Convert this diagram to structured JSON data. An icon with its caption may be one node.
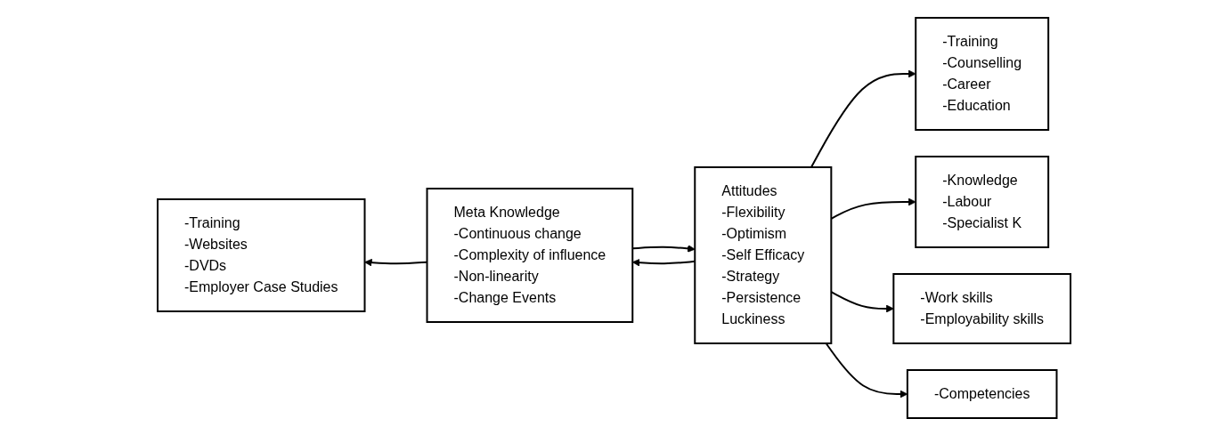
{
  "diagram": {
    "nodes": [
      {
        "text": [
          "-Training",
          "-Websites",
          "-DVDs",
          "-Employer Case Studies"
        ]
      },
      {
        "text": [
          "Meta Knowledge",
          "-Continuous change",
          "-Complexity of influence",
          "-Non-linearity",
          "-Change Events"
        ]
      },
      {
        "text": [
          "Attitudes",
          "-Flexibility",
          "-Optimism",
          "-Self Efficacy",
          "-Strategy",
          "-Persistence",
          "Luckiness"
        ]
      },
      {
        "text": [
          "-Training",
          "-Counselling",
          "-Career",
          "-Education"
        ]
      },
      {
        "text": [
          "-Knowledge",
          "-Labour",
          "-Specialist K"
        ]
      },
      {
        "text": [
          "-Work skills",
          "-Employability skills"
        ]
      },
      {
        "text": [
          "-Competencies"
        ]
      }
    ],
    "edges": [
      {
        "from": 1,
        "to": 0,
        "arrow": "to"
      },
      {
        "from": 1,
        "to": 2,
        "arrow": "to"
      },
      {
        "from": 2,
        "to": 1,
        "arrow": "to"
      },
      {
        "from": 2,
        "to": 3,
        "arrow": "to"
      },
      {
        "from": 2,
        "to": 4,
        "arrow": "to"
      },
      {
        "from": 2,
        "to": 5,
        "arrow": "to"
      },
      {
        "from": 2,
        "to": 6,
        "arrow": "to"
      }
    ]
  }
}
